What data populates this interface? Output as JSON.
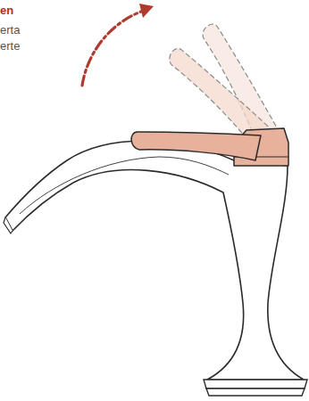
{
  "diagram": {
    "labels": [
      "en",
      "erta",
      "erte"
    ]
  }
}
